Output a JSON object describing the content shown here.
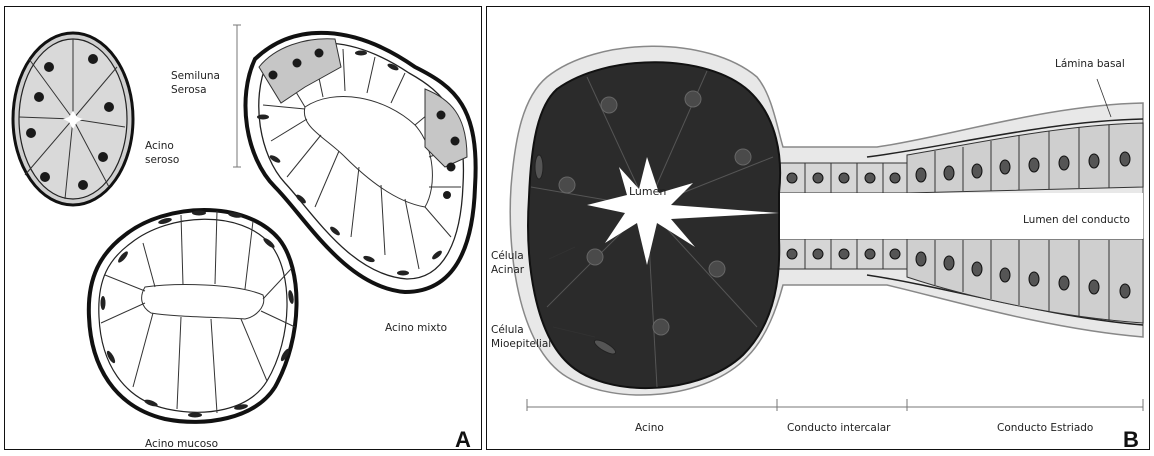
{
  "panel_a": {
    "letter": "A",
    "labels": {
      "semiluna_line1": "Semiluna",
      "semiluna_line2": "Serosa",
      "acino_seroso_line1": "Acino",
      "acino_seroso_line2": "seroso",
      "acino_mixto": "Acino mixto",
      "acino_mucoso": "Acino mucoso"
    }
  },
  "panel_b": {
    "letter": "B",
    "labels": {
      "lamina_basal": "Lámina basal",
      "lumen": "Lumen",
      "lumen_conducto": "Lumen del conducto",
      "celula_acinar_line1": "Célula",
      "celula_acinar_line2": "Acinar",
      "celula_mio_line1": "Célula",
      "celula_mio_line2": "Mioepitelial",
      "acino": "Acino",
      "conducto_intercalar": "Conducto intercalar",
      "conducto_estriado": "Conducto Estriado"
    }
  },
  "colors": {
    "stroke": "#111111",
    "dark_cell": "#2b2b2b",
    "grey_cell": "#bdbdbd",
    "light_cell": "#d6d6d6",
    "nucleus": "#1a1a1a"
  }
}
